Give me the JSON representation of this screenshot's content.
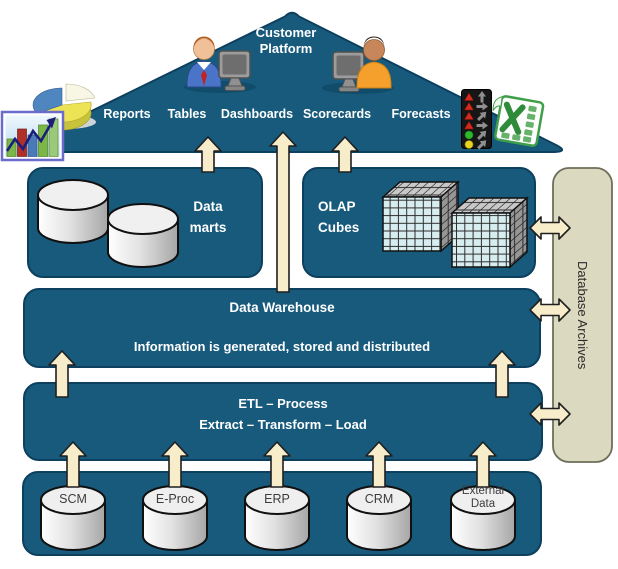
{
  "roof": {
    "title_line1": "Customer",
    "title_line2": "Platform",
    "labels": [
      "Reports",
      "Tables",
      "Dashboards",
      "Scorecards",
      "Forecasts"
    ]
  },
  "marts": {
    "line1": "Data",
    "line2": "marts"
  },
  "olap": {
    "line1": "OLAP",
    "line2": "Cubes"
  },
  "warehouse": {
    "title": "Data Warehouse",
    "subtitle": "Information is generated, stored and distributed"
  },
  "etl": {
    "line1": "ETL – Process",
    "line2": "Extract – Transform – Load"
  },
  "archives": {
    "label": "Database Archives"
  },
  "sources": {
    "items": [
      "SCM",
      "E-Proc",
      "ERP",
      "CRM",
      "External Data"
    ]
  },
  "colors": {
    "panel": "#175a7c",
    "panel_border": "#0d3f5e",
    "arrow": "#f7edca",
    "archive_bg": "#dbdac0",
    "text": "#ffffff"
  }
}
